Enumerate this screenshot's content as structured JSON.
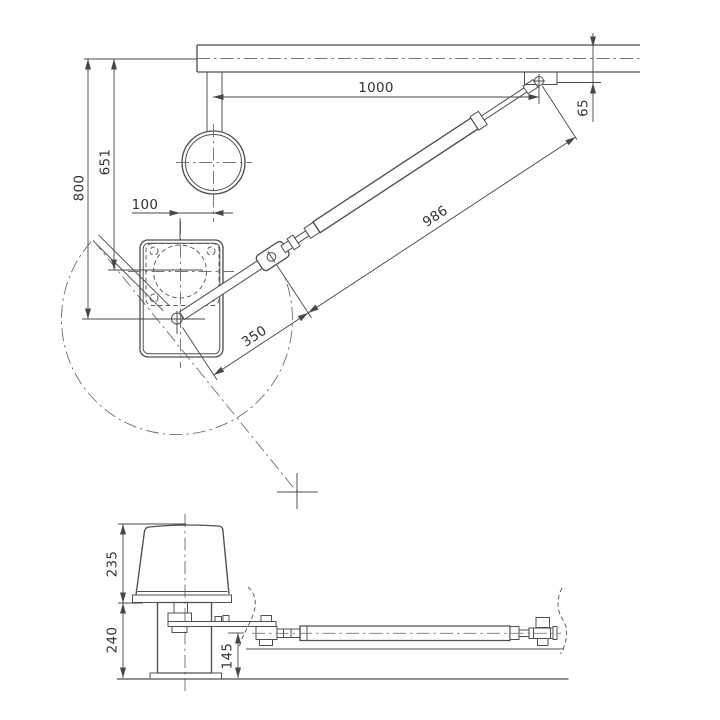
{
  "meta": {
    "title": "Swing gate operator installation drawing",
    "views": [
      "top-view",
      "side-view"
    ]
  },
  "colors": {
    "line": "#4f4f4f",
    "centerline": "#757575",
    "dim": "#474747",
    "text": "#333333",
    "bg": "#ffffff"
  },
  "dims": {
    "d1000": "1000",
    "d65": "65",
    "d800": "800",
    "d651": "651",
    "d100": "100",
    "d986": "986",
    "d350": "350",
    "d235": "235",
    "d240": "240",
    "d145": "145"
  }
}
